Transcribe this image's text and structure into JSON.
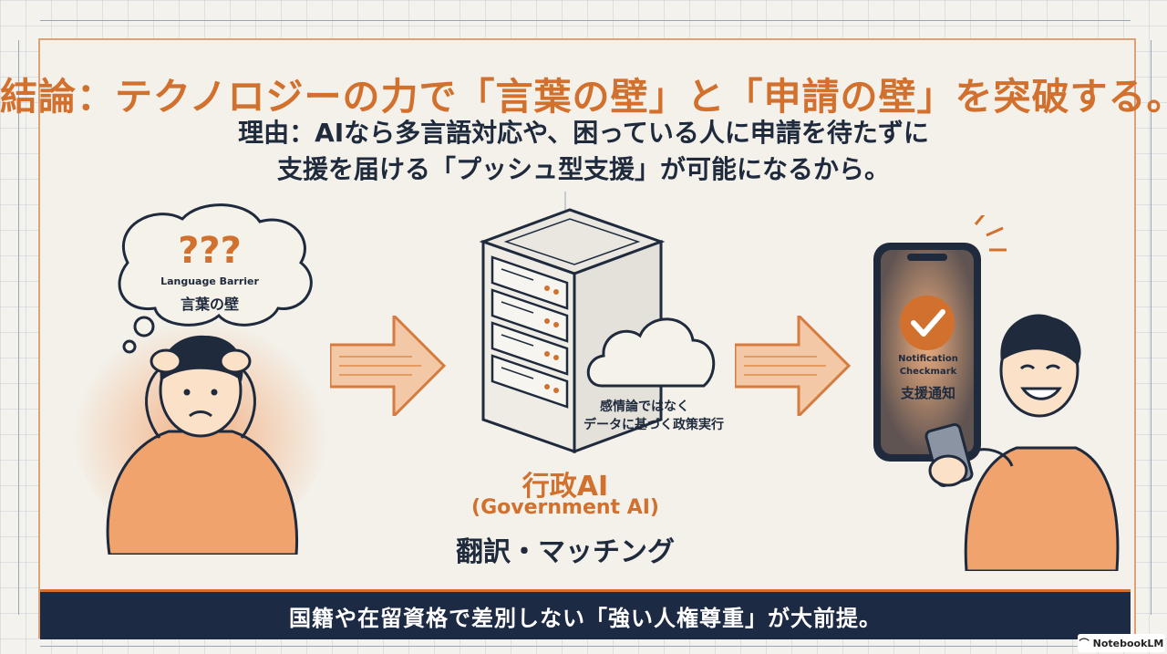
{
  "title": "結論：テクノロジーの力で「言葉の壁」と「申請の壁」を突破する。",
  "reason": {
    "line1": "理由：AIなら多言語対応や、困っている人に申請を待たずに",
    "line2": "支援を届ける「プッシュ型支援」が可能になるから。"
  },
  "left_figure": {
    "question_marks": "???",
    "bubble_en": "Language Barrier",
    "bubble_jp": "言葉の壁"
  },
  "center_figure": {
    "server_note_line1": "感情論ではなく",
    "server_note_line2": "データに基づく政策実行",
    "label_main": "行政AI",
    "label_en": "(Government AI)",
    "label_sub": "翻訳・マッチング"
  },
  "right_figure": {
    "notification_en_line1": "Notification",
    "notification_en_line2": "Checkmark",
    "notification_jp": "支援通知"
  },
  "footer_text": "国籍や在留資格で差別しない「強い人権尊重」が大前提。",
  "watermark": "NotebookLM",
  "colors": {
    "accent_orange": "#d2702e",
    "navy": "#1d2a44",
    "background": "#f3f1ea"
  },
  "icons": [
    "confused-person-icon",
    "thought-bubble-icon",
    "arrow-right-icon",
    "server-icon",
    "cloud-icon",
    "smartphone-icon",
    "checkmark-icon",
    "happy-person-icon"
  ]
}
